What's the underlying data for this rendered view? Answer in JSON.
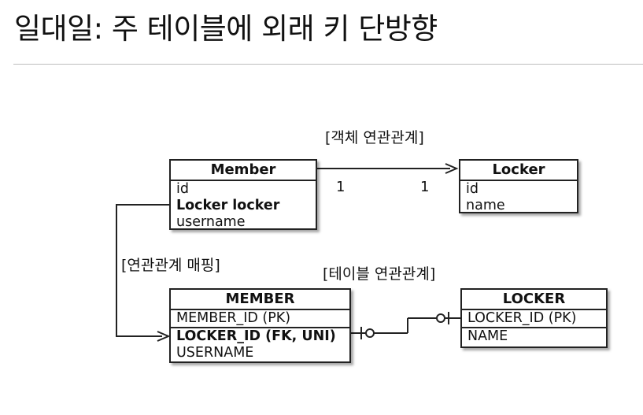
{
  "page": {
    "title": "일대일: 주 테이블에 외래 키 단방향"
  },
  "labels": {
    "object_relation": "[객체 연관관계]",
    "relation_mapping": "[연관관계 매핑]",
    "table_relation": "[테이블 연관관계]",
    "mult_left": "1",
    "mult_right": "1"
  },
  "entities": {
    "member_obj": {
      "title": "Member",
      "rows": [
        "id",
        "Locker locker",
        "username"
      ]
    },
    "locker_obj": {
      "title": "Locker",
      "rows": [
        "id",
        "name"
      ]
    },
    "member_tbl": {
      "title": "MEMBER",
      "rows": [
        "MEMBER_ID (PK)",
        "LOCKER_ID (FK, UNI)",
        "USERNAME"
      ]
    },
    "locker_tbl": {
      "title": "LOCKER",
      "rows": [
        "LOCKER_ID (PK)",
        "NAME"
      ]
    }
  }
}
